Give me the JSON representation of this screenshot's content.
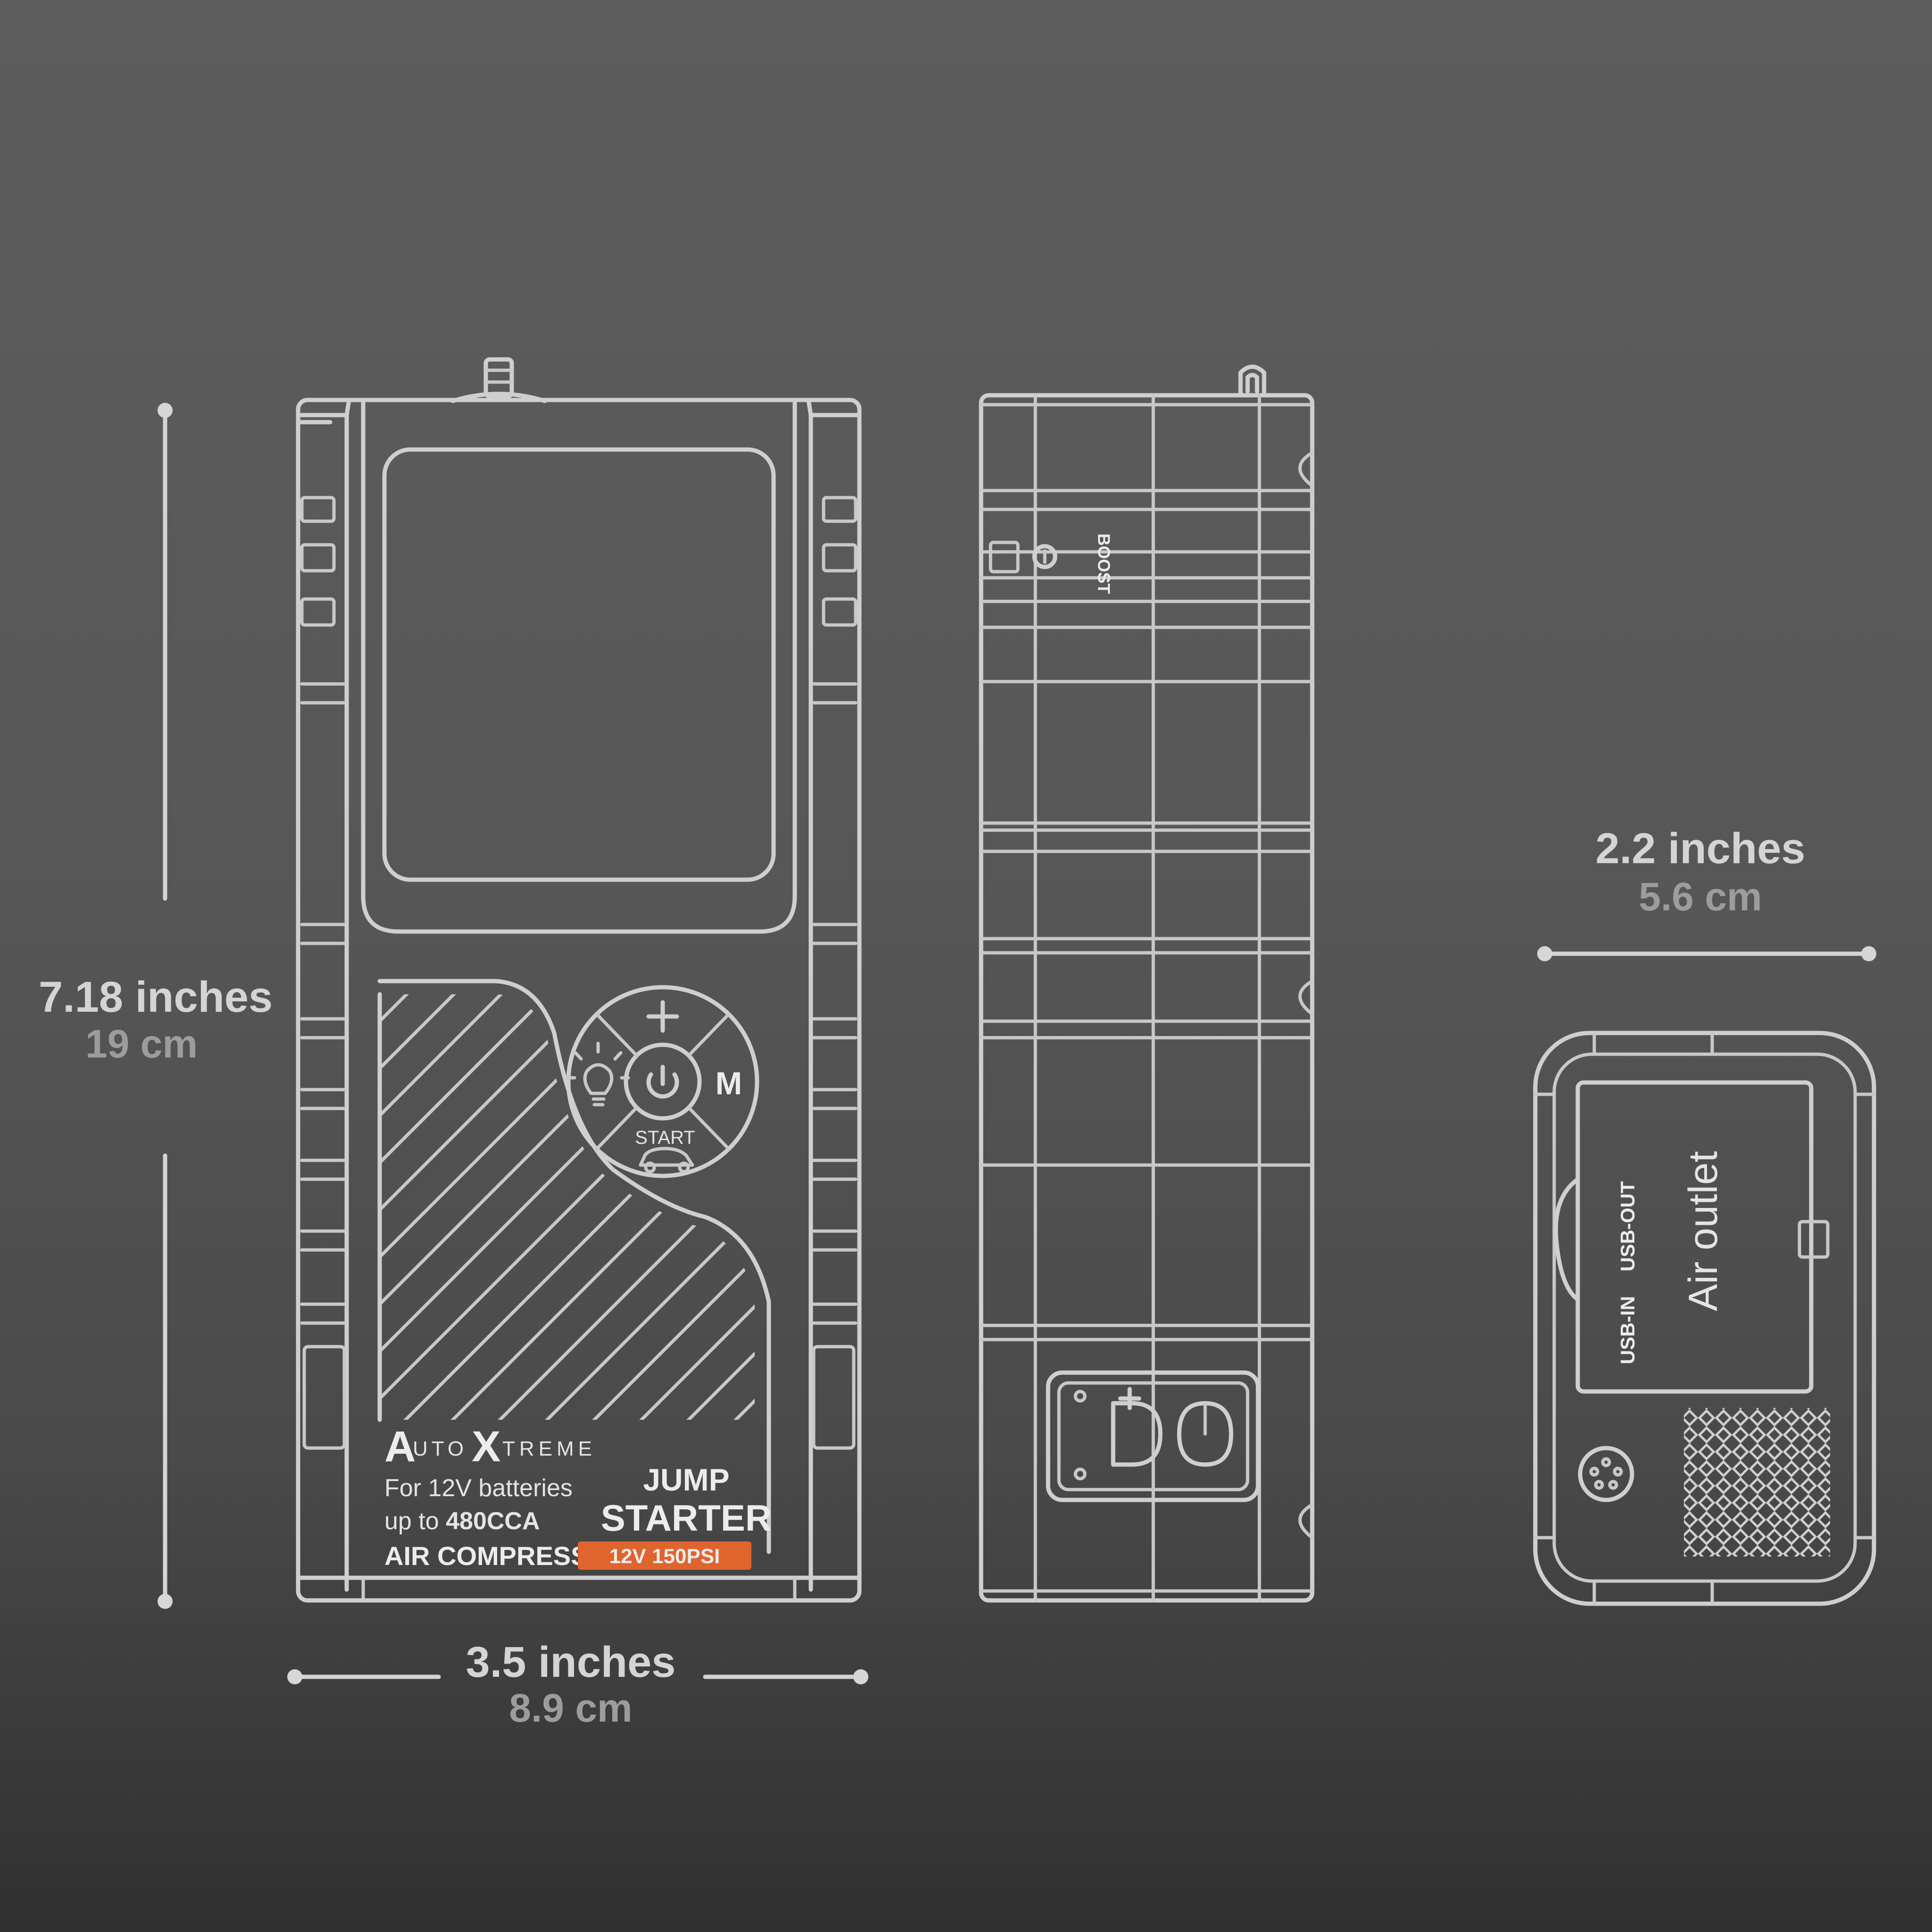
{
  "dimensions": {
    "height": {
      "main": "7.18 inches",
      "sub": "19 cm"
    },
    "width": {
      "main": "3.5 inches",
      "sub": "8.9 cm"
    },
    "depth": {
      "main": "2.2 inches",
      "sub": "5.6 cm"
    }
  },
  "front": {
    "brand_a": "A",
    "brand_uto": "UTO",
    "brand_x": "X",
    "brand_treme": "TREME",
    "line1": "For 12V batteries",
    "line2_prefix": "up to ",
    "line2_bold": "480CCA",
    "jump": "JUMP",
    "starter": "STARTER",
    "air_compressor": "AIR COMPRESSOR",
    "spec_badge": "12V 150PSI",
    "badge_color": "#e0642e",
    "buttons": {
      "plus": "+",
      "mode": "M",
      "start": "START"
    }
  },
  "side": {
    "boost": "BOOST"
  },
  "bottom": {
    "usb_in": "USB-IN",
    "usb_out": "USB-OUT",
    "air_outlet": "Air  outlet"
  }
}
